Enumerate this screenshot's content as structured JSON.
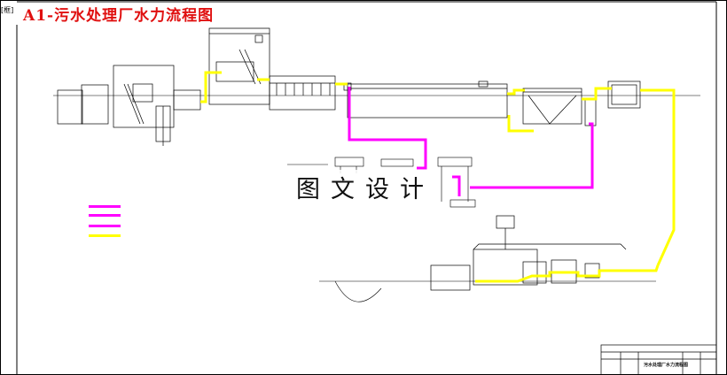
{
  "title": "A1-污水处理厂水力流程图",
  "corner_label": "[框]",
  "watermark": "图文设计",
  "title_block_name": "污水处理厂水力流程图",
  "pipe_colors": {
    "magenta": "#ff00ff",
    "yellow": "#ffff00",
    "frame": "#000000"
  }
}
